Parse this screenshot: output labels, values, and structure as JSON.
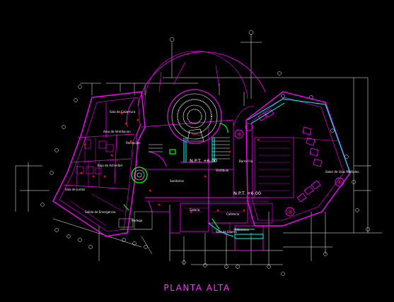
{
  "drawing": {
    "title": "PLANTA ALTA",
    "labels": {
      "npt_left": "N.P.T. +6.00",
      "npt_right": "N.P.T. +6.00",
      "vestibulo": "Vestibulo",
      "sala_cobertura": "Sala de Cobertura",
      "area_ventilacion": "Area de Ventilacion",
      "baja_actividad": "Baja de Actividad",
      "recepcion": "Recepcion",
      "sala_juntas": "Sala de Juntas",
      "sanitarios": "Sanitarios",
      "bodega": "Bodega",
      "salida_emergencia": "Salida de Emergencia",
      "salon_usos": "Salon de Usos Multiples",
      "cafeteria": "Cafeteria",
      "sala_espera": "Sala de Espera",
      "biblioteca": "Biblioteca",
      "galeria": "Galeria",
      "barra_fria": "Barra Fria"
    }
  },
  "colors": {
    "background": "#000000",
    "magenta": "#ff00ff",
    "white": "#ffffff",
    "cyan": "#00ffff",
    "red": "#ff0000",
    "green": "#00ff00",
    "yellow": "#ffff00",
    "grey": "#9a9a9a"
  }
}
